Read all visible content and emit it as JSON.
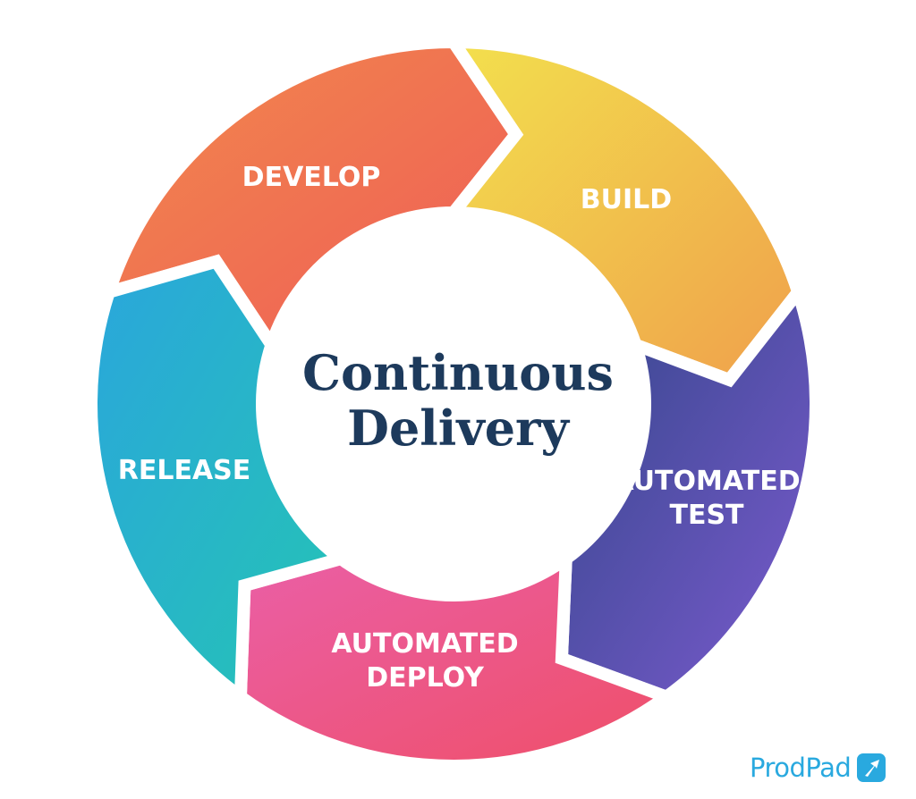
{
  "center": {
    "line1": "Continuous",
    "line2": "Delivery"
  },
  "segments": [
    {
      "id": "develop",
      "lines": [
        "DEVELOP"
      ],
      "colors": [
        "#f2894c",
        "#ee5c57"
      ]
    },
    {
      "id": "build",
      "lines": [
        "BUILD"
      ],
      "colors": [
        "#f3e04d",
        "#efa04c"
      ]
    },
    {
      "id": "automated-test",
      "lines": [
        "AUTOMATED",
        "TEST"
      ],
      "colors": [
        "#33468a",
        "#7c5bcf"
      ]
    },
    {
      "id": "automated-deploy",
      "lines": [
        "AUTOMATED",
        "DEPLOY"
      ],
      "colors": [
        "#ea5fa6",
        "#ef4f68"
      ]
    },
    {
      "id": "release",
      "lines": [
        "RELEASE"
      ],
      "colors": [
        "#2aa6dc",
        "#25c4b4"
      ]
    }
  ],
  "logo": {
    "text": "ProdPad",
    "color": "#29a9df"
  }
}
